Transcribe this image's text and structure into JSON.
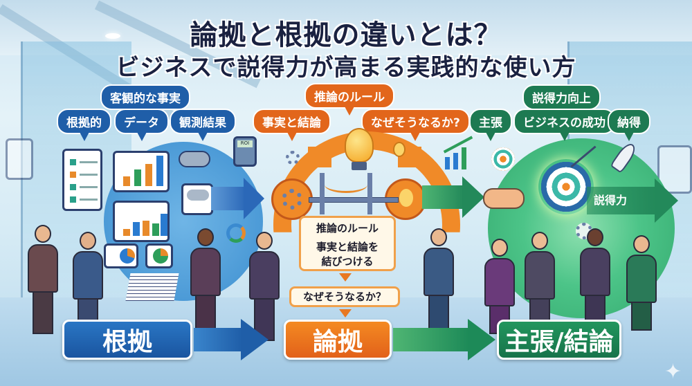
{
  "title": {
    "line1": "論拠と根拠の違いとは？",
    "line2": "ビジネスで説得力が高まる実践的な使い方"
  },
  "evidence_section": {
    "bubbles": [
      "客観的な事実",
      "根拠的",
      "データ",
      "観測結果"
    ],
    "color": "#1f5ea8",
    "icons": [
      "clipboard-checklist-icon",
      "bar-chart-icon",
      "line-bar-chart-icon",
      "rain-cloud-icon",
      "pie-chart-icon",
      "document-stack-icon",
      "roi-calculator-icon",
      "gauge-icon"
    ],
    "roi_label": "ROI"
  },
  "reasoning_section": {
    "bubbles": [
      "推論のルール",
      "事実と結論",
      "なぜそうなるか?"
    ],
    "color": "#e2661b",
    "flow": {
      "box1_title": "推論のルール",
      "box1_body_line1": "事実と結論を",
      "box1_body_line2": "結びつける",
      "box2": "なぜそうなるか？"
    },
    "icons": [
      "gear-icon",
      "lightbulb-icon",
      "bridge-icon",
      "growth-chart-icon"
    ]
  },
  "claim_section": {
    "bubbles": [
      "説得力向上",
      "主張",
      "ビジネスの成功",
      "納得"
    ],
    "color": "#1d7a52",
    "arrow_label": "説得力",
    "icons": [
      "target-icon",
      "handshake-icon",
      "rocket-icon",
      "small-target-icon",
      "check-gear-icon"
    ]
  },
  "bottom_flow": {
    "evidence": "根拠",
    "reasoning": "論拠",
    "claim": "主張/結論",
    "colors": {
      "evidence": "#1f63b0",
      "reasoning": "#ee7520",
      "claim": "#1b8a56"
    }
  }
}
